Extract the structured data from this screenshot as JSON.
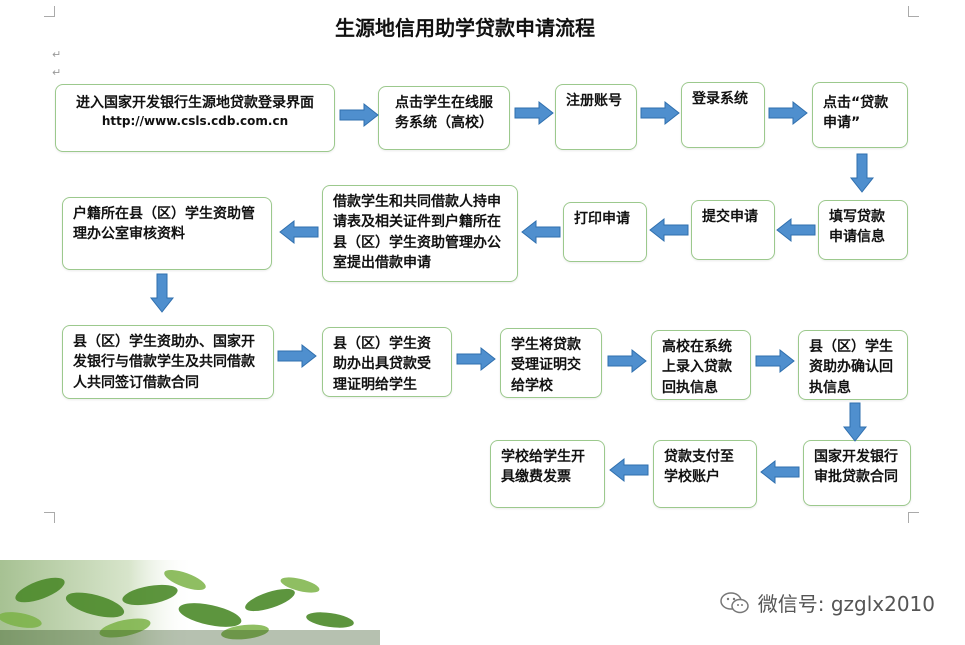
{
  "title": "生源地信用助学贷款申请流程",
  "steps": [
    {
      "text": "进入国家开发银行生源地贷款登录界面",
      "url": "http://www.csls.cdb.com.cn"
    },
    {
      "text": "点击学生在线服务系统（高校）"
    },
    {
      "text": "注册账号"
    },
    {
      "text": "登录系统"
    },
    {
      "text": "点击“贷款申请”"
    },
    {
      "text": "填写贷款申请信息"
    },
    {
      "text": "提交申请"
    },
    {
      "text": "打印申请"
    },
    {
      "text": "借款学生和共同借款人持申请表及相关证件到户籍所在县（区）学生资助管理办公室提出借款申请"
    },
    {
      "text": "户籍所在县（区）学生资助管理办公室审核资料"
    },
    {
      "text": "县（区）学生资助办、国家开发银行与借款学生及共同借款人共同签订借款合同"
    },
    {
      "text": "县（区）学生资助办出具贷款受理证明给学生"
    },
    {
      "text": "学生将贷款受理证明交给学校"
    },
    {
      "text": "高校在系统上录入贷款回执信息"
    },
    {
      "text": "县（区）学生资助办确认回执信息"
    },
    {
      "text": "国家开发银行审批贷款合同"
    },
    {
      "text": "贷款支付至学校账户"
    },
    {
      "text": "学校给学生开具缴费发票"
    }
  ],
  "watermark": {
    "text": "微信号: gzglx2010",
    "icon": "wechat-icon"
  },
  "colors": {
    "box_border": "#9cc98d",
    "arrow": "#4f8fce"
  }
}
